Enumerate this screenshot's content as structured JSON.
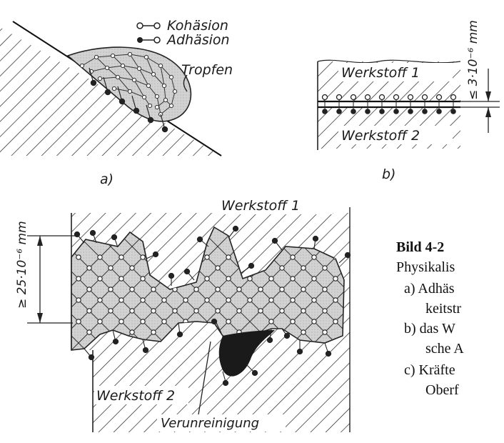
{
  "legend": {
    "kohaesion": "Kohäsion",
    "adhaesion": "Adhäsion"
  },
  "panel_a": {
    "tropfen_label": "Tropfen",
    "caption": "a)"
  },
  "panel_b": {
    "werkstoff1": "Werkstoff 1",
    "werkstoff2": "Werkstoff 2",
    "dimension": "≤ 3·10⁻⁶ mm",
    "caption": "b)"
  },
  "panel_c": {
    "werkstoff1": "Werkstoff 1",
    "werkstoff2": "Werkstoff 2",
    "dimension": "≥ 25·10⁻⁶ mm",
    "verunreinigung": "Verunreinigung"
  },
  "figure_caption": {
    "title": "Bild 4-2",
    "lines": [
      "Physikalis",
      "a) Adhäs",
      "keitstr",
      "b) das W",
      "sche A",
      "c) Kräfte",
      "Oberf"
    ]
  }
}
